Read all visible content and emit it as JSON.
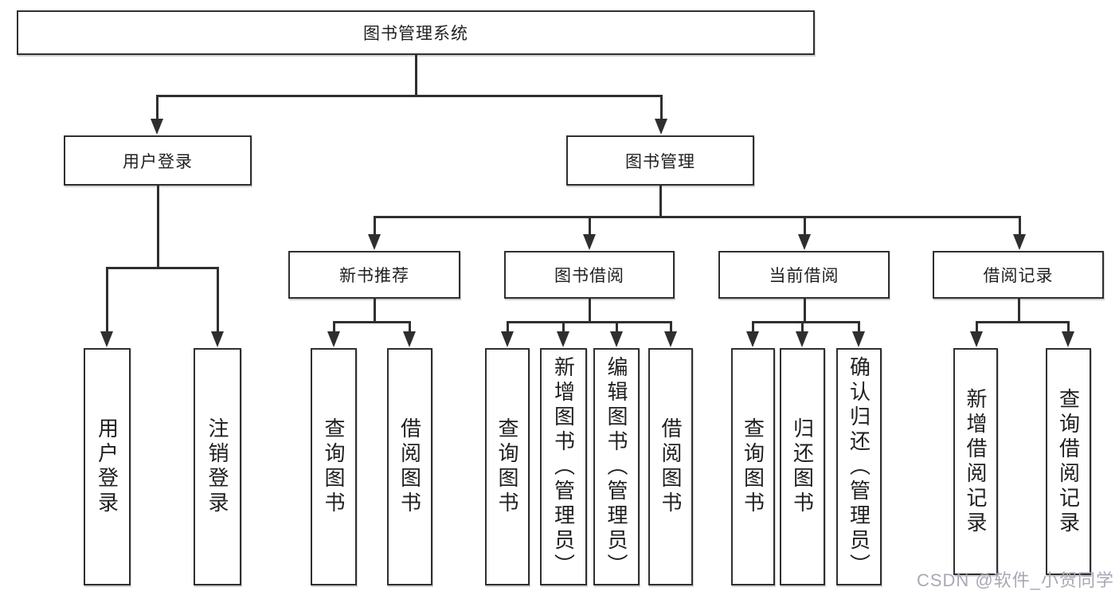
{
  "diagram": {
    "type": "hierarchy",
    "title": "图书管理系统",
    "tree": {
      "label": "图书管理系统",
      "children": [
        {
          "label": "用户登录",
          "children": [
            {
              "label": "用户登录"
            },
            {
              "label": "注销登录"
            }
          ]
        },
        {
          "label": "图书管理",
          "children": [
            {
              "label": "新书推荐",
              "children": [
                {
                  "label": "查询图书"
                },
                {
                  "label": "借阅图书"
                }
              ]
            },
            {
              "label": "图书借阅",
              "children": [
                {
                  "label": "查询图书"
                },
                {
                  "label": "新增图书（管理员）"
                },
                {
                  "label": "编辑图书（管理员）"
                },
                {
                  "label": "借阅图书"
                }
              ]
            },
            {
              "label": "当前借阅",
              "children": [
                {
                  "label": "查询图书"
                },
                {
                  "label": "归还图书"
                },
                {
                  "label": "确认归还（管理员）"
                }
              ]
            },
            {
              "label": "借阅记录",
              "children": [
                {
                  "label": "新增借阅记录"
                },
                {
                  "label": "查询借阅记录"
                }
              ]
            }
          ]
        }
      ]
    }
  },
  "nodes": {
    "root": "图书管理系统",
    "user_login": "用户登录",
    "book_mgmt": "图书管理",
    "new_book_rec": "新书推荐",
    "book_borrow": "图书借阅",
    "current_borrow": "当前借阅",
    "borrow_records": "借阅记录",
    "ul_login": "用户登录",
    "ul_logout": "注销登录",
    "nbr_query": "查询图书",
    "nbr_borrow": "借阅图书",
    "bb_query": "查询图书",
    "bb_add": "新增图书（管理员）",
    "bb_edit": "编辑图书（管理员）",
    "bb_borrow": "借阅图书",
    "cb_query": "查询图书",
    "cb_return": "归还图书",
    "cb_confirm": "确认归还（管理员）",
    "br_add": "新增借阅记录",
    "br_query": "查询借阅记录"
  },
  "watermark": "CSDN @软件_小贺同学",
  "colors": {
    "line": "#2f2f2f",
    "box_border": "#2f2f2f",
    "text": "#1f1f1f",
    "watermark": "#a8a8b6",
    "background": "#ffffff"
  }
}
